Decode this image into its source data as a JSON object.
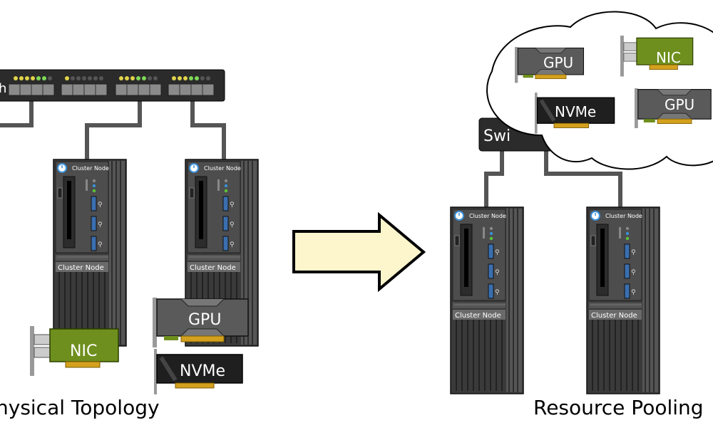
{
  "left_panel": {
    "caption": "hysical Topology",
    "switch_label": "h",
    "nodes": [
      {
        "top_label": "Cluster Node",
        "mid_label": "Cluster Node"
      },
      {
        "top_label": "Cluster Node",
        "mid_label": "Cluster Node"
      }
    ],
    "cards": {
      "nic": "NIC",
      "gpu": "GPU",
      "nvme": "NVMe"
    }
  },
  "right_panel": {
    "caption": "Resource Pooling",
    "switch_label": "Swi",
    "nodes": [
      {
        "top_label": "Cluster Node",
        "mid_label": "Cluster Node"
      },
      {
        "top_label": "Cluster Node",
        "mid_label": "Cluster Node"
      }
    ],
    "pool_cards": {
      "gpu1": "GPU",
      "nic": "NIC",
      "nvme": "NVMe",
      "gpu2": "GPU"
    }
  },
  "colors": {
    "switch": "#2b2b2b",
    "node_body": "#4a4a4a",
    "gpu": "#4f4f4f",
    "nic": "#6e8f1d",
    "nvme": "#1f1f1f",
    "arrow_fill": "#fdf6cc",
    "cable": "#555555"
  }
}
